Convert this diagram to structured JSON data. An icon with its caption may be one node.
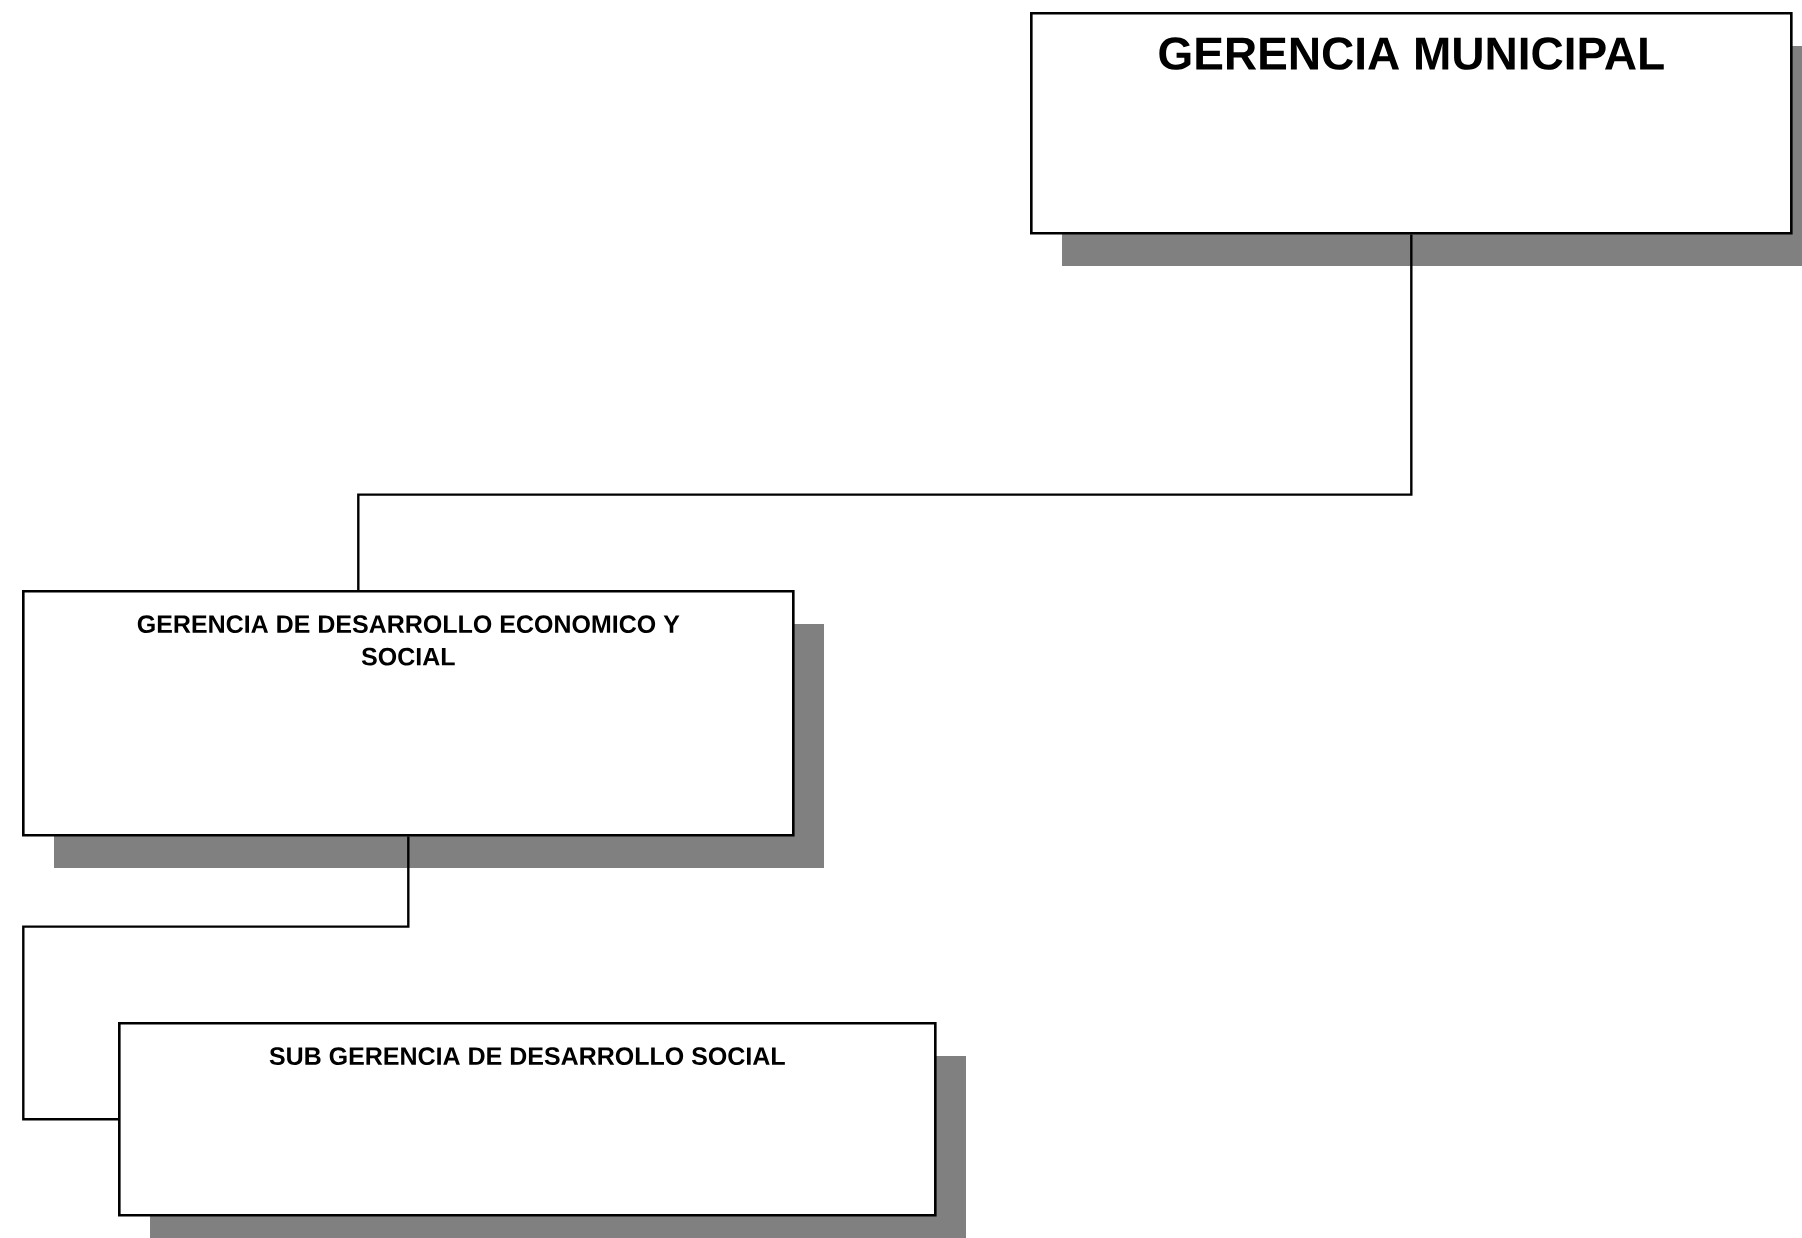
{
  "diagram": {
    "nodes": [
      {
        "text": [
          "GERENCIA MUNICIPAL"
        ]
      },
      {
        "text": [
          "GERENCIA DE DESARROLLO ECONOMICO Y SOCIAL"
        ]
      },
      {
        "text": [
          "SUB GERENCIA DE DESARROLLO SOCIAL"
        ]
      }
    ],
    "edges": [
      {
        "from": 0,
        "to": 1,
        "arrow": "none"
      },
      {
        "from": 1,
        "to": 2,
        "arrow": "none"
      }
    ]
  }
}
